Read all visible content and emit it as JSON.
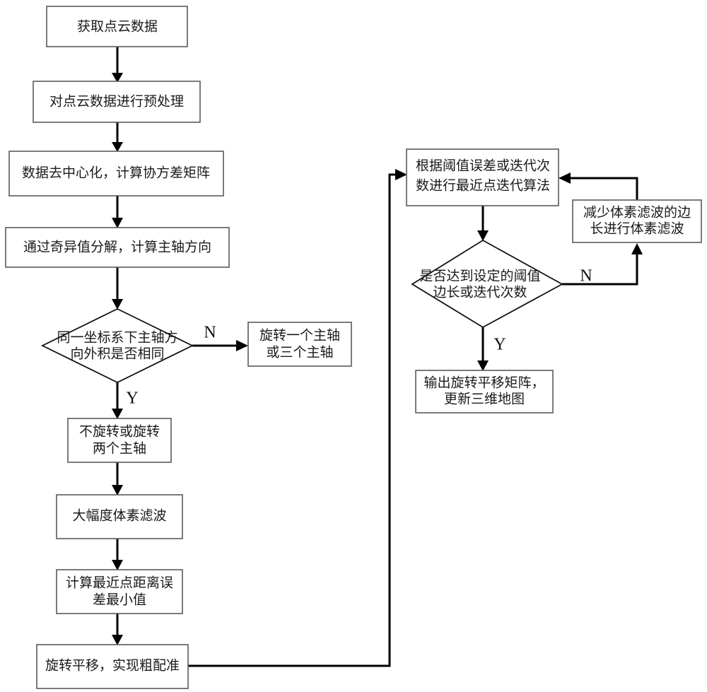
{
  "diagram": {
    "type": "flowchart",
    "title_text": "",
    "language": "zh-CN",
    "colors": {
      "background": "#ffffff",
      "box_stroke": "#5a5a5a",
      "diamond_stroke": "#111111",
      "edge": "#000000",
      "text": "#1a1a1a"
    },
    "nodes": [
      {
        "id": "n1",
        "shape": "rect",
        "label": "获取点云数据",
        "lines": [
          "获取点云数据"
        ]
      },
      {
        "id": "n2",
        "shape": "rect",
        "label": "对点云数据进行预处理",
        "lines": [
          "对点云数据进行预处理"
        ]
      },
      {
        "id": "n3",
        "shape": "rect",
        "label": "数据去中心化，计算协方差矩阵",
        "lines": [
          "数据去中心化，计算协方差矩阵"
        ]
      },
      {
        "id": "n4",
        "shape": "rect",
        "label": "通过奇异值分解，计算主轴方向",
        "lines": [
          "通过奇异值分解，计算主轴方向"
        ]
      },
      {
        "id": "d1",
        "shape": "diamond",
        "label": "同一坐标系下主轴方向外积是否相同",
        "lines": [
          "同一坐标系下主轴方",
          "向外积是否相同"
        ]
      },
      {
        "id": "n5",
        "shape": "rect",
        "label": "旋转一个主轴或三个主轴",
        "lines": [
          "旋转一个主轴",
          "或三个主轴"
        ]
      },
      {
        "id": "n6",
        "shape": "rect",
        "label": "不旋转或旋转两个主轴",
        "lines": [
          "不旋转或旋转",
          "两个主轴"
        ]
      },
      {
        "id": "n7",
        "shape": "rect",
        "label": "大幅度体素滤波",
        "lines": [
          "大幅度体素滤波"
        ]
      },
      {
        "id": "n8",
        "shape": "rect",
        "label": "计算最近点距离误差最小值",
        "lines": [
          "计算最近点距离误",
          "差最小值"
        ]
      },
      {
        "id": "n9",
        "shape": "rect",
        "label": "旋转平移，实现粗配准",
        "lines": [
          "旋转平移，实现粗配准"
        ]
      },
      {
        "id": "n10",
        "shape": "rect",
        "label": "根据阈值误差或迭代次数进行最近点迭代算法",
        "lines": [
          "根据阈值误差或迭代次",
          "数进行最近点迭代算法"
        ]
      },
      {
        "id": "n11",
        "shape": "rect",
        "label": "减少体素滤波的边长进行体素滤波",
        "lines": [
          "减少体素滤波的边",
          "长进行体素滤波"
        ]
      },
      {
        "id": "d2",
        "shape": "diamond",
        "label": "是否达到设定的阈值边长或迭代次数",
        "lines": [
          "是否达到设定的阈值",
          "边长或迭代次数"
        ]
      },
      {
        "id": "n12",
        "shape": "rect",
        "label": "输出旋转平移矩阵，更新三维地图",
        "lines": [
          "输出旋转平移矩阵，",
          "更新三维地图"
        ]
      }
    ],
    "edges": [
      {
        "id": "e1",
        "from": "n1",
        "to": "n2",
        "label": ""
      },
      {
        "id": "e2",
        "from": "n2",
        "to": "n3",
        "label": ""
      },
      {
        "id": "e3",
        "from": "n3",
        "to": "n4",
        "label": ""
      },
      {
        "id": "e4",
        "from": "n4",
        "to": "d1",
        "label": ""
      },
      {
        "id": "e5",
        "from": "d1",
        "to": "n5",
        "label": "N"
      },
      {
        "id": "e6",
        "from": "d1",
        "to": "n6",
        "label": "Y"
      },
      {
        "id": "e7",
        "from": "n6",
        "to": "n7",
        "label": ""
      },
      {
        "id": "e8",
        "from": "n7",
        "to": "n8",
        "label": ""
      },
      {
        "id": "e9",
        "from": "n8",
        "to": "n9",
        "label": ""
      },
      {
        "id": "e10",
        "from": "n9",
        "to": "n10",
        "label": ""
      },
      {
        "id": "e11",
        "from": "n10",
        "to": "d2",
        "label": ""
      },
      {
        "id": "e12",
        "from": "d2",
        "to": "n11",
        "label": "N"
      },
      {
        "id": "e13",
        "from": "n11",
        "to": "n10",
        "label": ""
      },
      {
        "id": "e14",
        "from": "d2",
        "to": "n12",
        "label": "Y"
      }
    ],
    "branch_labels": {
      "d1_no": "N",
      "d1_yes": "Y",
      "d2_no": "N",
      "d2_yes": "Y"
    }
  }
}
